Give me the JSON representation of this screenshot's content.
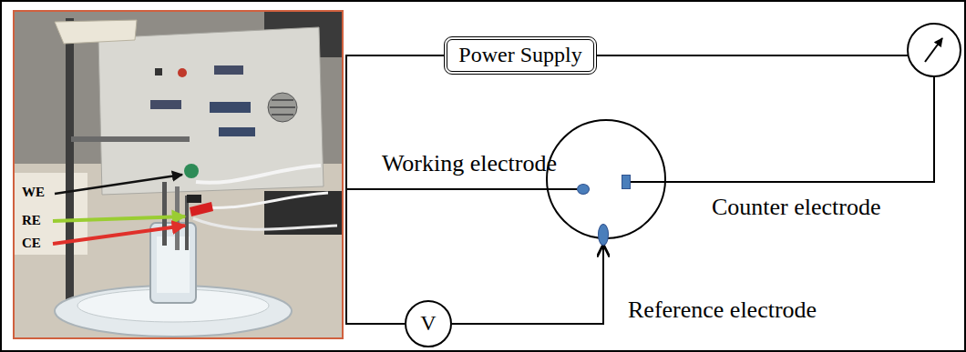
{
  "diagram": {
    "nodes": [
      {
        "text": [
          "Power Supply"
        ]
      },
      {
        "text": [
          "Working electrode"
        ]
      },
      {
        "text": [
          "Counter electrode"
        ]
      },
      {
        "text": [
          "Reference electrode"
        ]
      },
      {
        "text": [
          "V"
        ]
      }
    ],
    "edges": [
      {
        "from": 0,
        "to": 1,
        "arrow": "none"
      },
      {
        "from": 0,
        "to": 2,
        "arrow": "none"
      },
      {
        "from": 4,
        "to": 1,
        "arrow": "none"
      },
      {
        "from": 4,
        "to": 3,
        "arrow": "to"
      }
    ],
    "labels": [
      "WE",
      "RE",
      "CE"
    ]
  }
}
